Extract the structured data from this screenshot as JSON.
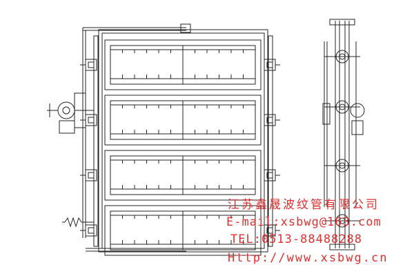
{
  "watermark": {
    "company": "江苏鑫晟波纹管有限公司",
    "email": "E-mail:xsbwg@163.com",
    "tel": "TEL:0513-88488288",
    "url": "Http://www.xsbwg.cn",
    "color": "#e03030"
  },
  "drawing": {
    "line_color": "#222222",
    "front_view_panels": 4,
    "stiffener_columns": 12
  }
}
